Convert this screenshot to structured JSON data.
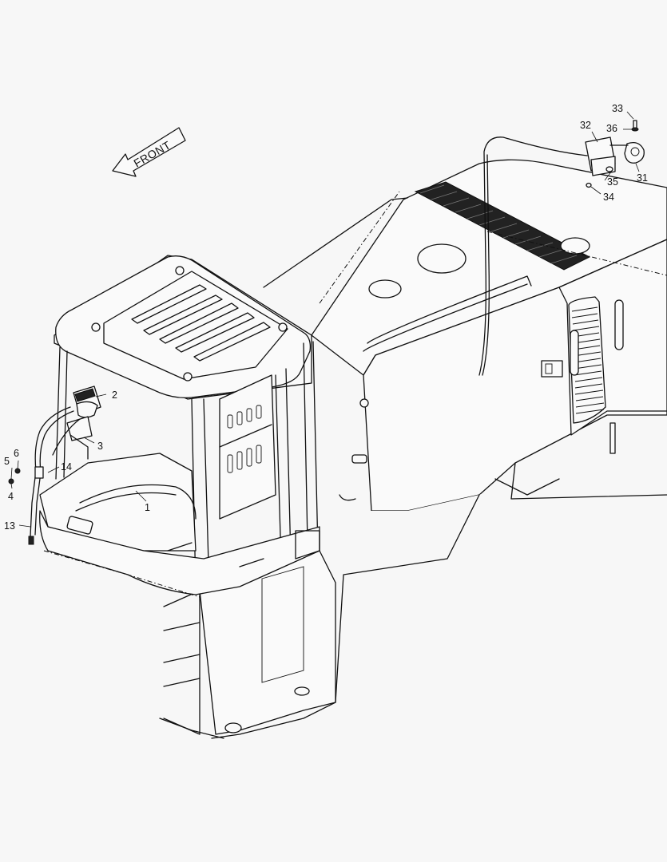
{
  "diagram": {
    "front_label": "FRONT",
    "callouts": [
      {
        "id": "c1",
        "text": "1"
      },
      {
        "id": "c2",
        "text": "2"
      },
      {
        "id": "c3",
        "text": "3"
      },
      {
        "id": "c4",
        "text": "4"
      },
      {
        "id": "c5",
        "text": "5"
      },
      {
        "id": "c6",
        "text": "6"
      },
      {
        "id": "c13",
        "text": "13"
      },
      {
        "id": "c14",
        "text": "14"
      },
      {
        "id": "c31",
        "text": "31"
      },
      {
        "id": "c32",
        "text": "32"
      },
      {
        "id": "c33",
        "text": "33"
      },
      {
        "id": "c34",
        "text": "34"
      },
      {
        "id": "c35",
        "text": "35"
      },
      {
        "id": "c36",
        "text": "36"
      }
    ]
  }
}
